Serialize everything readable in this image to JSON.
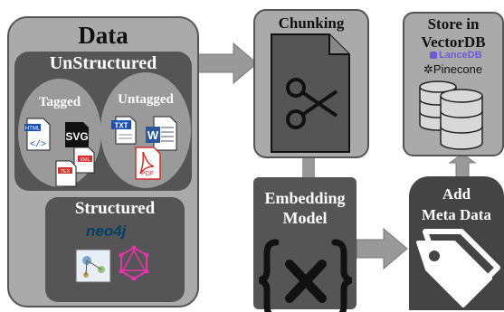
{
  "data_panel": {
    "title": "Data",
    "unstructured": {
      "title": "UnStructured",
      "tagged": {
        "title": "Tagged",
        "files": [
          "HTML",
          "SVG",
          "XML",
          "TEX"
        ]
      },
      "untagged": {
        "title": "Untagged",
        "files": [
          "TXT",
          "W",
          "PDF"
        ]
      }
    },
    "structured": {
      "title": "Structured",
      "logo": "neo4j"
    }
  },
  "chunking": {
    "title": "Chunking",
    "icon": "scissors-document-icon"
  },
  "embedding": {
    "title_line1": "Embedding",
    "title_line2": "Model",
    "icon": "function-braces-icon"
  },
  "store": {
    "title_line1": "Store in",
    "title_line2": "VectorDB",
    "lancedb": "LanceDB",
    "pinecone": "Pinecone"
  },
  "metadata": {
    "title_line1": "Add",
    "title_line2": "Meta Data",
    "icon": "tags-icon"
  },
  "colors": {
    "panel_light": "#aaaaaa",
    "panel_dark": "#555555",
    "arrow": "#999999",
    "lancedb": "#6e5ad8",
    "neo4j": "#014063",
    "pdf_red": "#d32f2f",
    "word_blue": "#2b579a"
  }
}
